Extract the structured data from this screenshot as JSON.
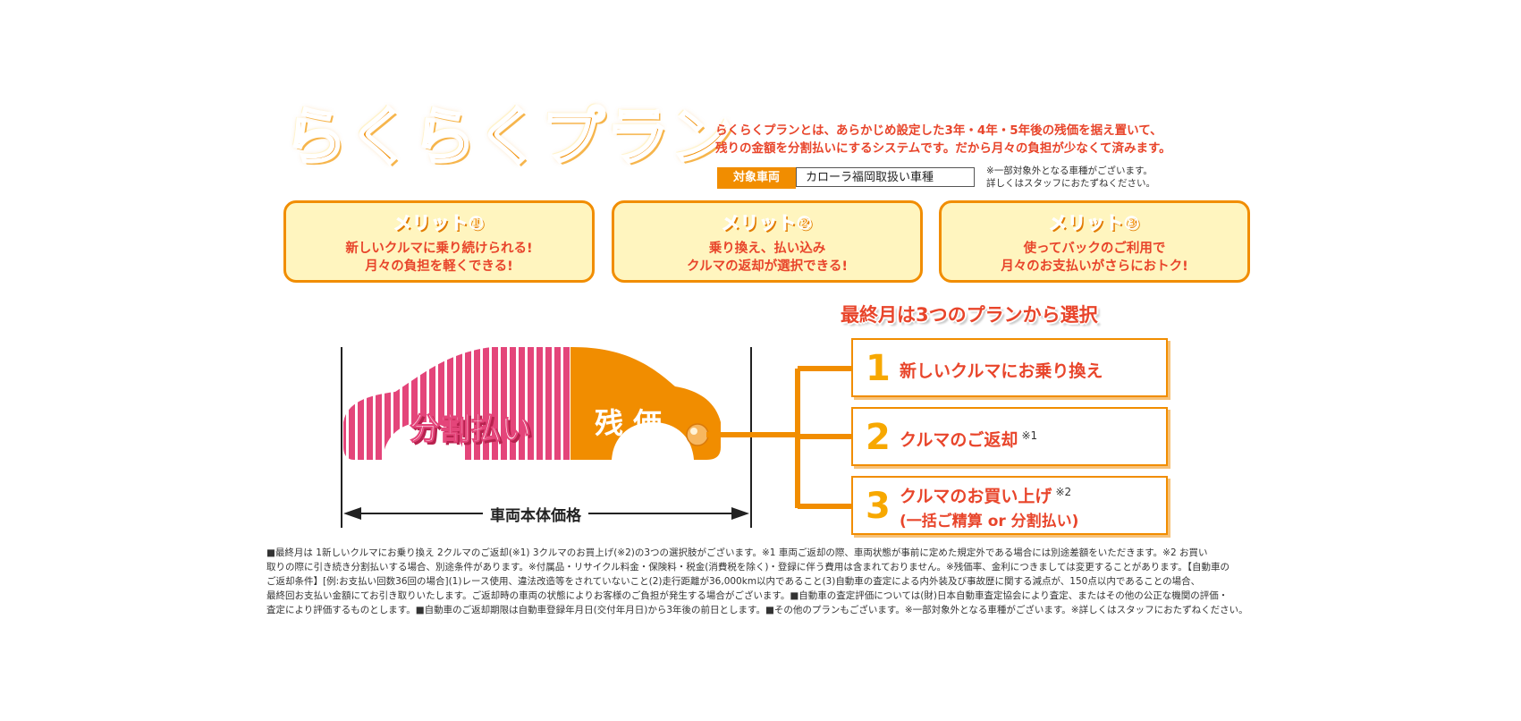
{
  "header": {
    "title": "らくらくプラン",
    "intro_line1": "らくらくプランとは、あらかじめ設定した3年・4年・5年後の残価を据え置いて、",
    "intro_line2": "残りの金額を分割払いにするシステムです。だから月々の負担が少なくて済みます。",
    "target_label": "対象車両",
    "target_value": "カローラ福岡取扱い車種",
    "target_note1": "※一部対象外となる車種がございます。",
    "target_note2": "詳しくはスタッフにおたずねください。"
  },
  "merits": [
    {
      "title": "メリット①",
      "line1": "新しいクルマに乗り続けられる!",
      "line2": "月々の負担を軽くできる!"
    },
    {
      "title": "メリット②",
      "line1": "乗り換え、払い込み",
      "line2": "クルマの返却が選択できる!"
    },
    {
      "title": "メリット③",
      "line1": "使ってバックのご利用で",
      "line2": "月々のお支払いがさらにおトク!"
    }
  ],
  "diagram": {
    "installment_label": "分割払い",
    "residual_label": "残 価",
    "vehicle_price_label": "車両本体価格",
    "colors": {
      "pink": "#e4457a",
      "orange": "#f18d00"
    }
  },
  "plans": {
    "heading": "最終月は3つのプランから選択",
    "items": [
      {
        "num": "1",
        "label": "新しいクルマにお乗り換え",
        "note": "",
        "sub": ""
      },
      {
        "num": "2",
        "label": "クルマのご返却",
        "note": "※1",
        "sub": ""
      },
      {
        "num": "3",
        "label": "クルマのお買い上げ",
        "note": "※2",
        "sub": "(一括ご精算 or 分割払い)"
      }
    ]
  },
  "footnotes": {
    "line1": "■最終月は 1新しいクルマにお乗り換え 2クルマのご返却(※1) 3クルマのお買上げ(※2)の3つの選択肢がございます。※1 車両ご返却の際、車両状態が事前に定めた規定外である場合には別途差額をいただきます。※2 お買い",
    "line2": "取りの際に引き続き分割払いする場合、別途条件があります。※付属品・リサイクル料金・保険料・税金(消費税を除く)・登録に伴う費用は含まれておりません。※残価率、金利につきましては変更することがあります。【自動車の",
    "line3": "ご返却条件】[例:お支払い回数36回の場合](1)レース使用、違法改造等をされていないこと(2)走行距離が36,000km以内であること(3)自動車の査定による内外装及び事故歴に関する減点が、150点以内であることの場合、",
    "line4": "最終回お支払い金額にてお引き取りいたします。ご返却時の車両の状態によりお客様のご負担が発生する場合がございます。■自動車の査定評価については(財)日本自動車査定協会により査定、またはその他の公正な機関の評価・",
    "line5": "査定により評価するものとします。■自動車のご返却期限は自動車登録年月日(交付年月日)から3年後の前日とします。■その他のプランもございます。※一部対象外となる車種がございます。※詳しくはスタッフにおたずねください。"
  }
}
